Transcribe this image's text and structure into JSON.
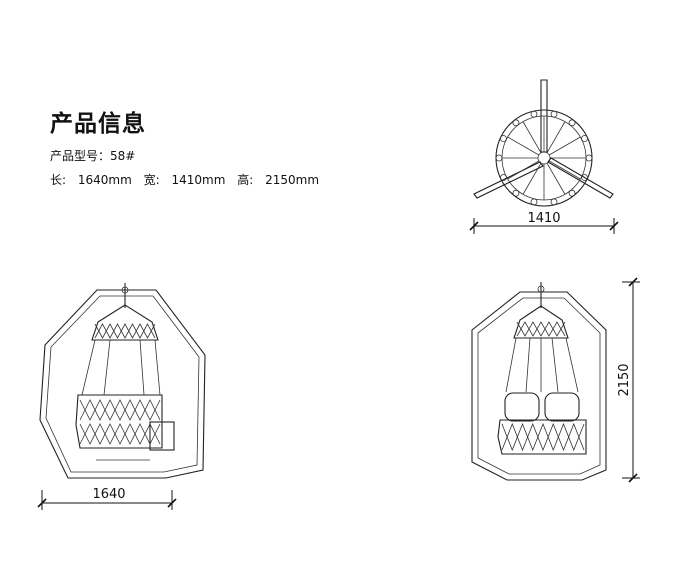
{
  "info": {
    "title": "产品信息",
    "model_label": "产品型号：",
    "model_value": "58#",
    "length_label": "长:",
    "length_value": "1640mm",
    "width_label": "宽:",
    "width_value": "1410mm",
    "height_label": "高:",
    "height_value": "2150mm"
  },
  "dimensions": {
    "top_view_width": "1410",
    "side_view_width": "1640",
    "front_view_height": "2150"
  }
}
